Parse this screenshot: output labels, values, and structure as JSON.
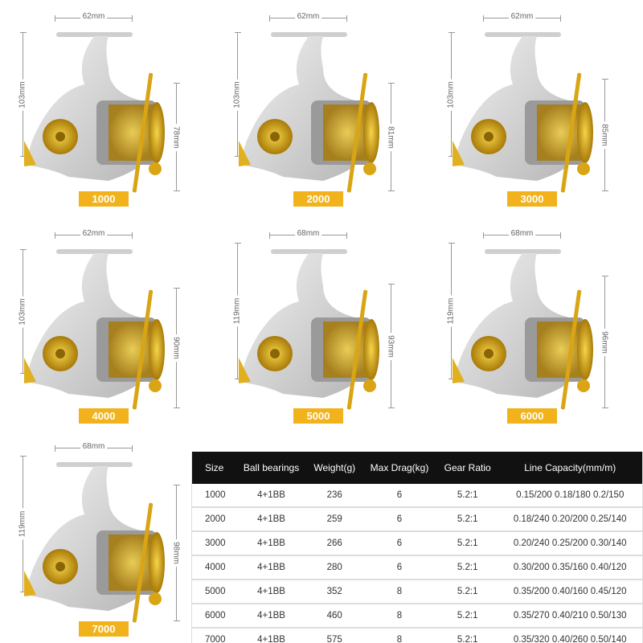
{
  "colors": {
    "accent": "#f1b21c",
    "silver": "#d4d4d4",
    "gold": "#d9a514",
    "header_bg": "#111111"
  },
  "reels": [
    {
      "size": "1000",
      "width": "62mm",
      "height": "103mm",
      "depth": "78mm"
    },
    {
      "size": "2000",
      "width": "62mm",
      "height": "103mm",
      "depth": "81mm"
    },
    {
      "size": "3000",
      "width": "62mm",
      "height": "103mm",
      "depth": "85mm"
    },
    {
      "size": "4000",
      "width": "62mm",
      "height": "103mm",
      "depth": "90mm"
    },
    {
      "size": "5000",
      "width": "68mm",
      "height": "119mm",
      "depth": "93mm"
    },
    {
      "size": "6000",
      "width": "68mm",
      "height": "119mm",
      "depth": "96mm"
    },
    {
      "size": "7000",
      "width": "68mm",
      "height": "119mm",
      "depth": "98mm"
    }
  ],
  "table": {
    "headers": [
      "Size",
      "Ball bearings",
      "Weight(g)",
      "Max Drag(kg)",
      "Gear Ratio",
      "Line Capacity(mm/m)"
    ],
    "rows": [
      [
        "1000",
        "4+1BB",
        "236",
        "6",
        "5.2:1",
        "0.15/200 0.18/180 0.2/150"
      ],
      [
        "2000",
        "4+1BB",
        "259",
        "6",
        "5.2:1",
        "0.18/240 0.20/200 0.25/140"
      ],
      [
        "3000",
        "4+1BB",
        "266",
        "6",
        "5.2:1",
        "0.20/240 0.25/200 0.30/140"
      ],
      [
        "4000",
        "4+1BB",
        "280",
        "6",
        "5.2:1",
        "0.30/200 0.35/160 0.40/120"
      ],
      [
        "5000",
        "4+1BB",
        "352",
        "8",
        "5.2:1",
        "0.35/200 0.40/160 0.45/120"
      ],
      [
        "6000",
        "4+1BB",
        "460",
        "8",
        "5.2:1",
        "0.35/270 0.40/210 0.50/130"
      ],
      [
        "7000",
        "4+1BB",
        "575",
        "8",
        "5.2:1",
        "0.35/320 0.40/260 0.50/140"
      ]
    ]
  }
}
